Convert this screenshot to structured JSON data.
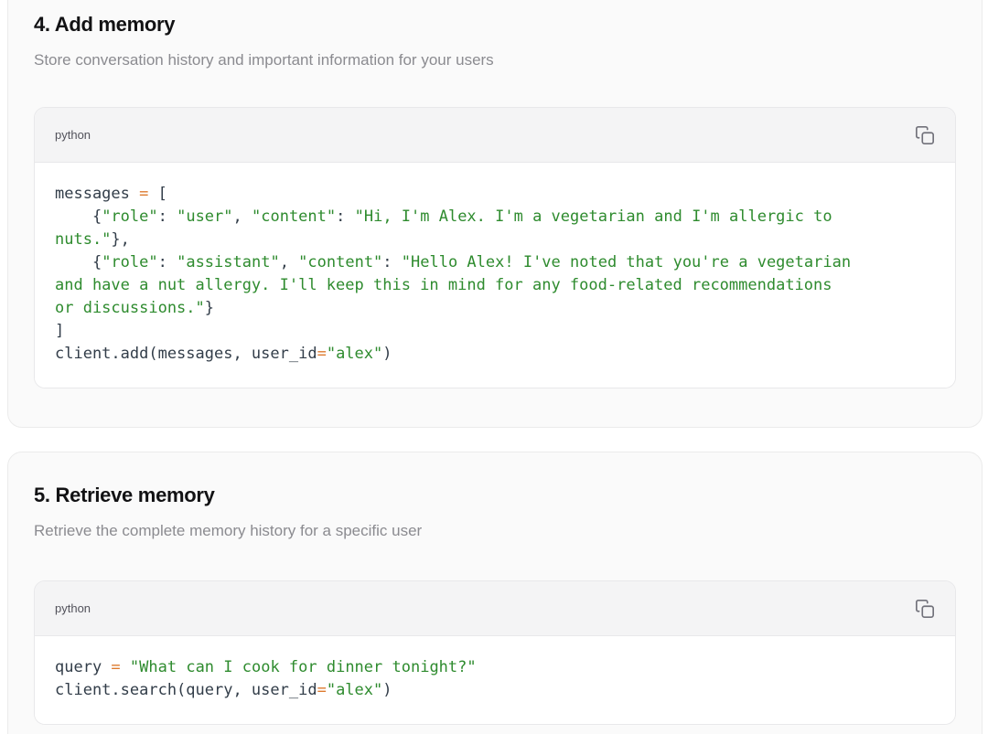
{
  "colors": {
    "code_plain": "#323d49",
    "string_green": "#2e8b2e",
    "operator_orange": "#dd7a2e",
    "heading": "#121214",
    "description_gray": "#8b8b90",
    "card_background": "#fafafa",
    "card_border": "#ebebeb",
    "code_header_background": "#f4f4f5"
  },
  "sections": [
    {
      "heading": "4. Add memory",
      "description": "Store conversation history and important information for your users",
      "code_block": {
        "language_label": "python",
        "copy_button_icon": "copy-icon",
        "lines": [
          [
            {
              "t": "messages ",
              "c": "p"
            },
            {
              "t": "=",
              "c": "o"
            },
            {
              "t": " [",
              "c": "p"
            }
          ],
          [
            {
              "t": "    {",
              "c": "p"
            },
            {
              "t": "\"role\"",
              "c": "s"
            },
            {
              "t": ": ",
              "c": "p"
            },
            {
              "t": "\"user\"",
              "c": "s"
            },
            {
              "t": ", ",
              "c": "p"
            },
            {
              "t": "\"content\"",
              "c": "s"
            },
            {
              "t": ": ",
              "c": "p"
            },
            {
              "t": "\"Hi, I'm Alex. I'm a vegetarian and I'm allergic to",
              "c": "s"
            }
          ],
          [
            {
              "t": "nuts.\"",
              "c": "s"
            },
            {
              "t": "},",
              "c": "p"
            }
          ],
          [
            {
              "t": "    {",
              "c": "p"
            },
            {
              "t": "\"role\"",
              "c": "s"
            },
            {
              "t": ": ",
              "c": "p"
            },
            {
              "t": "\"assistant\"",
              "c": "s"
            },
            {
              "t": ", ",
              "c": "p"
            },
            {
              "t": "\"content\"",
              "c": "s"
            },
            {
              "t": ": ",
              "c": "p"
            },
            {
              "t": "\"Hello Alex! I've noted that you're a vegetarian",
              "c": "s"
            }
          ],
          [
            {
              "t": "and have a nut allergy. I'll keep this in mind for any food-related recommendations",
              "c": "s"
            }
          ],
          [
            {
              "t": "or discussions.\"",
              "c": "s"
            },
            {
              "t": "}",
              "c": "p"
            }
          ],
          [
            {
              "t": "]",
              "c": "p"
            }
          ],
          [
            {
              "t": "client.add(messages, user_id",
              "c": "p"
            },
            {
              "t": "=",
              "c": "o"
            },
            {
              "t": "\"alex\"",
              "c": "s"
            },
            {
              "t": ")",
              "c": "p"
            }
          ]
        ]
      }
    },
    {
      "heading": "5. Retrieve memory",
      "description": "Retrieve the complete memory history for a specific user",
      "code_block": {
        "language_label": "python",
        "copy_button_icon": "copy-icon",
        "lines": [
          [
            {
              "t": "query ",
              "c": "p"
            },
            {
              "t": "=",
              "c": "o"
            },
            {
              "t": " ",
              "c": "p"
            },
            {
              "t": "\"What can I cook for dinner tonight?\"",
              "c": "s"
            }
          ],
          [
            {
              "t": "client.search(query, user_id",
              "c": "p"
            },
            {
              "t": "=",
              "c": "o"
            },
            {
              "t": "\"alex\"",
              "c": "s"
            },
            {
              "t": ")",
              "c": "p"
            }
          ]
        ]
      }
    }
  ]
}
